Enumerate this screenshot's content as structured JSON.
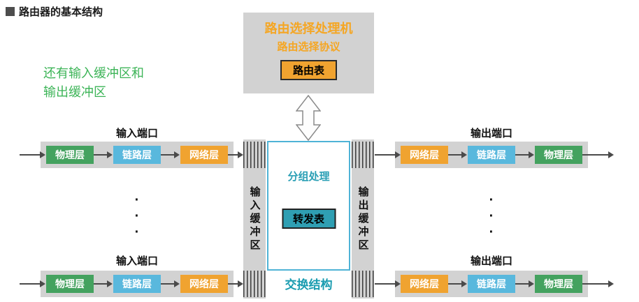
{
  "title": {
    "text": "路由器的基本结构"
  },
  "note": {
    "text": "还有输入缓冲区和\n输出缓冲区"
  },
  "processor": {
    "title": "路由选择处理机",
    "subtitle": "路由选择协议",
    "routing_table": "路由表"
  },
  "fabric": {
    "packet_processing": "分组处理",
    "forwarding_table": "转发表",
    "label": "交换结构",
    "input_buffer": "输入缓冲区",
    "output_buffer": "输出缓冲区"
  },
  "ports": {
    "input_label": "输入端口",
    "output_label": "输出端口",
    "input_layers": [
      "物理层",
      "链路层",
      "网络层"
    ],
    "output_layers": [
      "网络层",
      "链路层",
      "物理层"
    ]
  },
  "ellipsis": "·\n·\n·",
  "colors": {
    "physical_layer": "#44a25f",
    "link_layer": "#59b8dd",
    "network_layer": "#f0a330",
    "routing_table_bg": "#f0a330",
    "forwarding_table_bg": "#2f9fb3",
    "processor_text": "#f5a623",
    "fabric_label_text": "#1a9cb0",
    "note_text": "#3cb457",
    "panel_gray": "#d2d2d2"
  }
}
